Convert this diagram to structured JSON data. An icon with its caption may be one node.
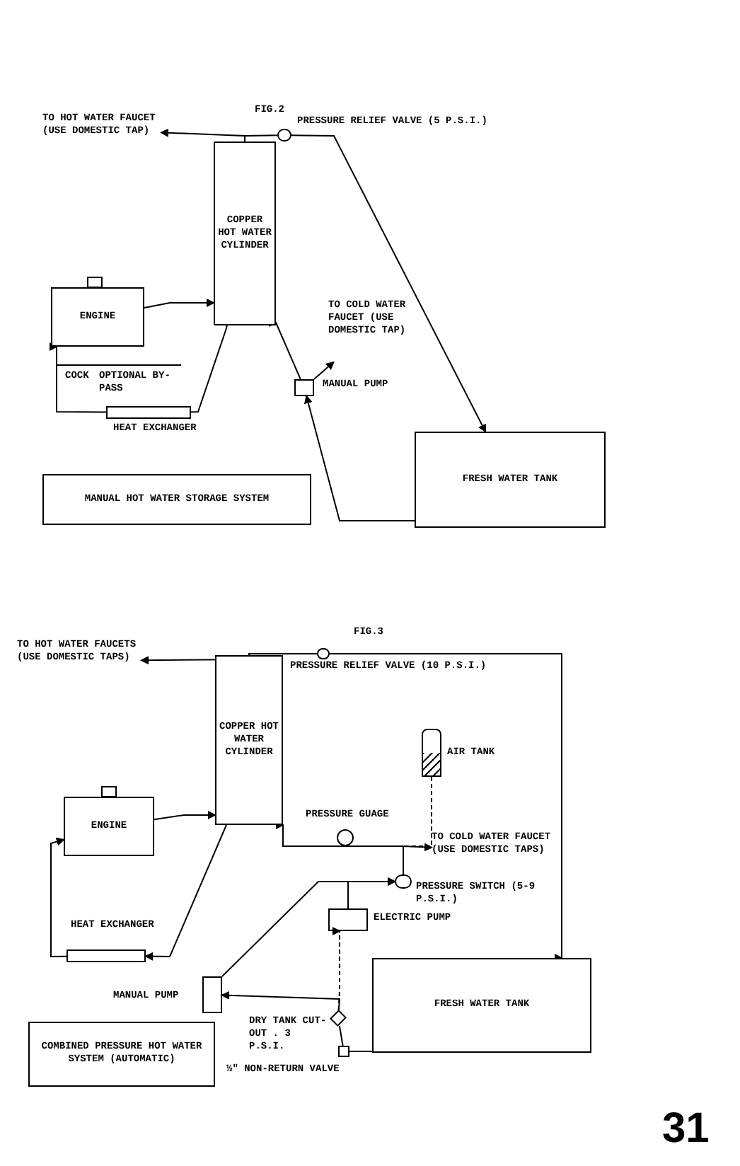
{
  "diagram": {
    "nodes": [
      {
        "text": [
          "COPPER HOT WATER CYLINDER"
        ]
      },
      {
        "text": [
          "ENGINE"
        ]
      },
      {
        "text": [],
        "shape": "bar",
        "beside": [
          "HEAT EXCHANGER"
        ]
      },
      {
        "text": [],
        "shape": "box",
        "beside": [
          "MANUAL PUMP"
        ]
      },
      {
        "text": [
          "FRESH WATER TANK"
        ]
      },
      {
        "text": [],
        "shape": "circle",
        "beside": [
          "PRESSURE RELIEF VALVE (5 P.S.I.)"
        ]
      },
      {
        "text": [
          "TO HOT WATER FAUCET",
          "(USE DOMESTIC TAP)"
        ]
      },
      {
        "text": [
          "TO COLD WATER FAUCET (USE DOMESTIC TAP)"
        ]
      },
      {
        "text": [
          "MANUAL HOT WATER STORAGE SYSTEM"
        ]
      },
      {
        "text": [
          "COPPER HOT WATER CYLINDER"
        ]
      },
      {
        "text": [
          "ENGINE"
        ]
      },
      {
        "text": [],
        "shape": "bar",
        "beside": [
          "HEAT EXCHANGER"
        ]
      },
      {
        "text": [],
        "shape": "cylinder",
        "beside": [
          "AIR TANK"
        ]
      },
      {
        "text": [],
        "shape": "circle",
        "beside": [
          "PRESSURE GUAGE"
        ]
      },
      {
        "text": [],
        "shape": "circle",
        "beside": [
          "PRESSURE SWITCH (5-9 P.S.I.)"
        ]
      },
      {
        "text": [],
        "shape": "box",
        "beside": [
          "ELECTRIC PUMP"
        ]
      },
      {
        "text": [],
        "shape": "box",
        "beside": [
          "MANUAL PUMP"
        ]
      },
      {
        "text": [],
        "shape": "diamond",
        "beside": [
          "DRY TANK CUT-OUT . 3 P.S.I."
        ]
      },
      {
        "text": [],
        "shape": "box",
        "beside": [
          "½\" NON-RETURN VALVE"
        ]
      },
      {
        "text": [
          "FRESH WATER TANK"
        ]
      },
      {
        "text": [],
        "shape": "circle",
        "beside": [
          "PRESSURE RELIEF VALVE (10 P.S.I.)"
        ]
      },
      {
        "text": [
          "TO HOT WATER FAUCETS",
          "(USE DOMESTIC TAPS)"
        ]
      },
      {
        "text": [
          "TO COLD WATER FAUCET (USE DOMESTIC TAPS)"
        ]
      },
      {
        "text": [
          "COMBINED PRESSURE HOT WATER SYSTEM (AUTOMATIC)"
        ]
      }
    ],
    "edges": [
      {
        "from": 0,
        "to": 6,
        "arrow": "to"
      },
      {
        "from": 0,
        "to": 5,
        "arrow": "none"
      },
      {
        "from": 5,
        "to": 4,
        "arrow": "to"
      },
      {
        "from": 3,
        "to": 0,
        "arrow": "to"
      },
      {
        "from": 3,
        "to": 7,
        "arrow": "to"
      },
      {
        "from": 4,
        "to": 3,
        "arrow": "to"
      },
      {
        "from": 1,
        "to": 0,
        "arrow": "to"
      },
      {
        "from": 0,
        "to": 2,
        "arrow": "none"
      },
      {
        "from": 2,
        "to": 1,
        "arrow": "to"
      },
      {
        "from": 9,
        "to": 21,
        "arrow": "to"
      },
      {
        "from": 9,
        "to": 20,
        "arrow": "none"
      },
      {
        "from": 20,
        "to": 19,
        "arrow": "to"
      },
      {
        "from": 10,
        "to": 9,
        "arrow": "to"
      },
      {
        "from": 9,
        "to": 11,
        "arrow": "to"
      },
      {
        "from": 11,
        "to": 10,
        "arrow": "to"
      },
      {
        "from": 14,
        "to": 9,
        "arrow": "to"
      },
      {
        "from": 14,
        "to": 22,
        "arrow": "to"
      },
      {
        "from": 12,
        "to": 14,
        "arrow": "none",
        "style": "dashed"
      },
      {
        "from": 15,
        "to": 14,
        "arrow": "to"
      },
      {
        "from": 16,
        "to": 14,
        "arrow": "to"
      },
      {
        "from": 17,
        "to": 15,
        "arrow": "to",
        "style": "dashed"
      },
      {
        "from": 17,
        "to": 16,
        "arrow": "to"
      },
      {
        "from": 18,
        "to": 17,
        "arrow": "none"
      },
      {
        "from": 19,
        "to": 18,
        "arrow": "none"
      }
    ],
    "labels": [
      "FIG.2",
      "COCK",
      "OPTIONAL BY-PASS",
      "FIG.3",
      "31"
    ]
  }
}
